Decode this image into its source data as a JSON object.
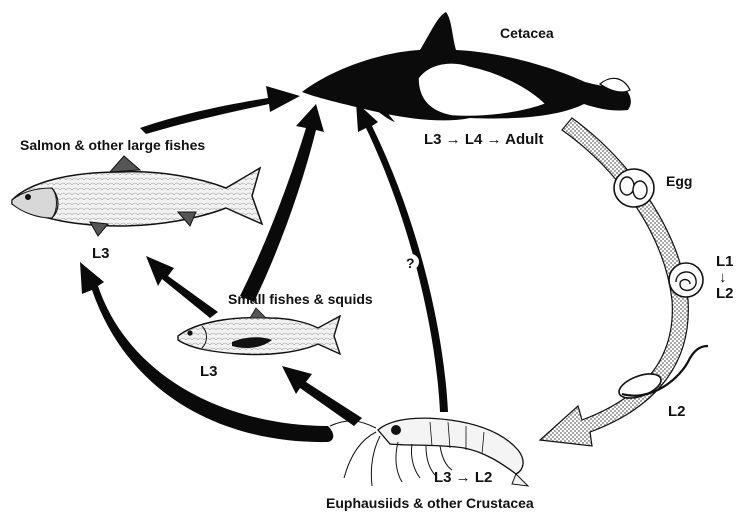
{
  "labels": {
    "cetacea": "Cetacea",
    "cetacea_stages": "L3 → L4 → Adult",
    "salmon": "Salmon & other large fishes",
    "salmon_stage": "L3",
    "small_fishes": "Small fishes & squids",
    "small_fishes_stage": "L3",
    "crustacea": "Euphausiids & other Crustacea",
    "crustacea_stages": "L3 → L2",
    "egg": "Egg",
    "l1_top": "L1",
    "l1_arrow": "↓",
    "l1_bottom": "L2",
    "l2": "L2",
    "question": "?"
  },
  "colors": {
    "ink": "#111111",
    "arrow_dark": "#0a0a0a",
    "arrow_hatched": "#9a9a9a",
    "paper": "#ffffff",
    "fish_body": "#e8e8e8"
  },
  "icons": {
    "whale": "cetacea-illustration",
    "salmon": "salmon-illustration",
    "small_fish": "small-fish-illustration",
    "krill": "euphausiid-illustration",
    "egg": "egg-icon",
    "larva_l1": "larva-l1-icon",
    "larva_l2": "larva-l2-icon"
  }
}
